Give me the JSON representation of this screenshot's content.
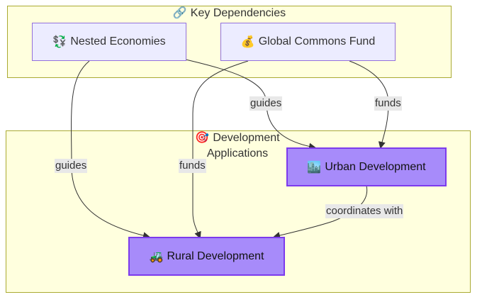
{
  "clusters": {
    "key": {
      "icon": "🔗",
      "title": "Key Dependencies"
    },
    "dev": {
      "icon": "🎯",
      "title_line1": "Development",
      "title_line2": "Applications"
    }
  },
  "nodes": {
    "nested": {
      "icon": "💱",
      "label": "Nested Economies"
    },
    "commons": {
      "icon": "💰",
      "label": "Global Commons Fund"
    },
    "urban": {
      "icon": "🏙️",
      "label": "Urban Development"
    },
    "rural": {
      "icon": "🚜",
      "label": "Rural Development"
    }
  },
  "edges": {
    "nested_to_rural": "guides",
    "nested_to_urban": "guides",
    "commons_to_rural": "funds",
    "commons_to_urban": "funds",
    "urban_to_rural": "coordinates with"
  },
  "colors": {
    "cluster_fill": "#ffffde",
    "cluster_border": "#aaaa33",
    "node_light_fill": "#ececff",
    "node_light_border": "#9370db",
    "node_strong_fill": "#a78bfa",
    "node_strong_border": "#7c3aed",
    "edge_label_bg": "#e8e8e8"
  }
}
